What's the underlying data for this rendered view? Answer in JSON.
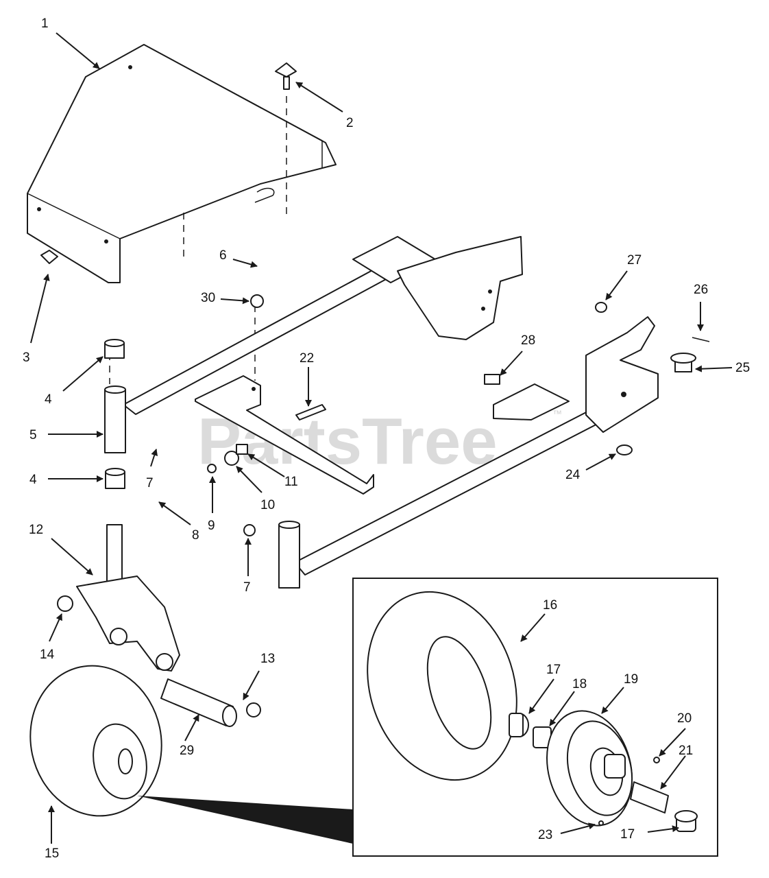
{
  "watermark": {
    "text": "PartsTree",
    "trademark": "™"
  },
  "callouts": [
    "1",
    "2",
    "3",
    "4",
    "5",
    "4",
    "7",
    "6",
    "30",
    "8",
    "9",
    "10",
    "11",
    "7",
    "12",
    "22",
    "27",
    "26",
    "25",
    "28",
    "24",
    "14",
    "13",
    "29",
    "15",
    "16",
    "17",
    "18",
    "19",
    "20",
    "21",
    "23",
    "17"
  ],
  "colors": {
    "line": "#1a1a1a",
    "watermark": "#cfcfcf"
  }
}
